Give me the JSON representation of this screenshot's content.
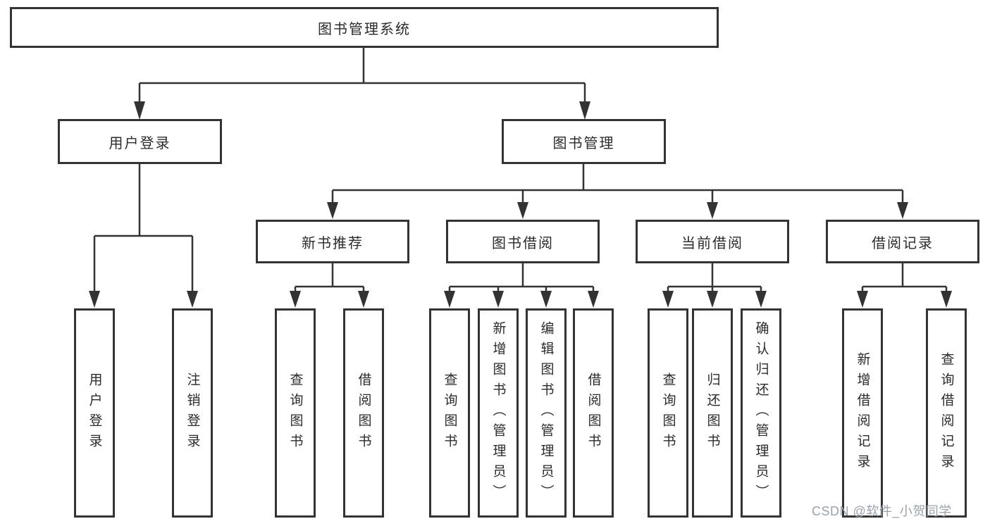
{
  "diagram": {
    "title": "图书管理系统",
    "level2": [
      "用户登录",
      "图书管理"
    ],
    "level3": [
      "新书推荐",
      "图书借阅",
      "当前借阅",
      "借阅记录"
    ],
    "leaves": [
      "用户登录",
      "注销登录",
      "查询图书",
      "借阅图书",
      "查询图书",
      "新增图书（管理员）",
      "编辑图书（管理员）",
      "借阅图书",
      "查询图书",
      "归还图书",
      "确认归还（管理员）",
      "新增借阅记录",
      "查询借阅记录"
    ]
  },
  "watermark": "CSDN @软件_小贺同学",
  "colors": {
    "line": "#333333",
    "text": "#2b2b2b",
    "watermark": "#9aa2ac",
    "background": "#ffffff"
  }
}
